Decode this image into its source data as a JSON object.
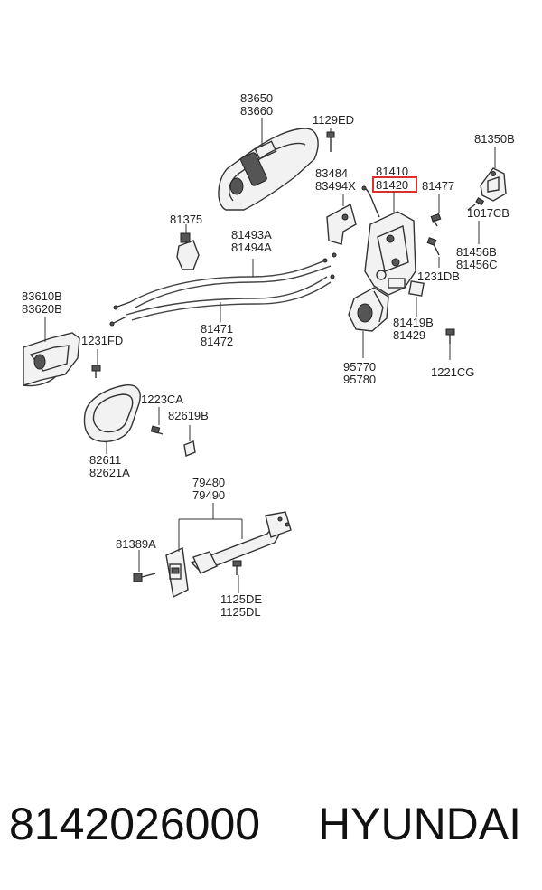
{
  "highlight_color": "#d9312b",
  "labels": {
    "l83650": "83650",
    "l83660": "83660",
    "l1129ED": "1129ED",
    "l81350B": "81350B",
    "l83484": "83484",
    "l83494X": "83494X",
    "l81410": "81410",
    "l81420": "81420",
    "l81477": "81477",
    "l81375": "81375",
    "l81493A": "81493A",
    "l81494A": "81494A",
    "l1017CB": "1017CB",
    "l81456B": "81456B",
    "l81456C": "81456C",
    "l1231DB": "1231DB",
    "l83610B": "83610B",
    "l83620B": "83620B",
    "l81471": "81471",
    "l81472": "81472",
    "l81419B": "81419B",
    "l81429": "81429",
    "l1231FD": "1231FD",
    "l95770": "95770",
    "l95780": "95780",
    "l1221CG": "1221CG",
    "l1223CA": "1223CA",
    "l82619B": "82619B",
    "l82611": "82611",
    "l82621A": "82621A",
    "l79480": "79480",
    "l79490": "79490",
    "l81389A": "81389A",
    "l1125DE": "1125DE",
    "l1125DL": "1125DL"
  },
  "footer": {
    "part_number": "8142026000",
    "brand": "HYUNDAI"
  }
}
